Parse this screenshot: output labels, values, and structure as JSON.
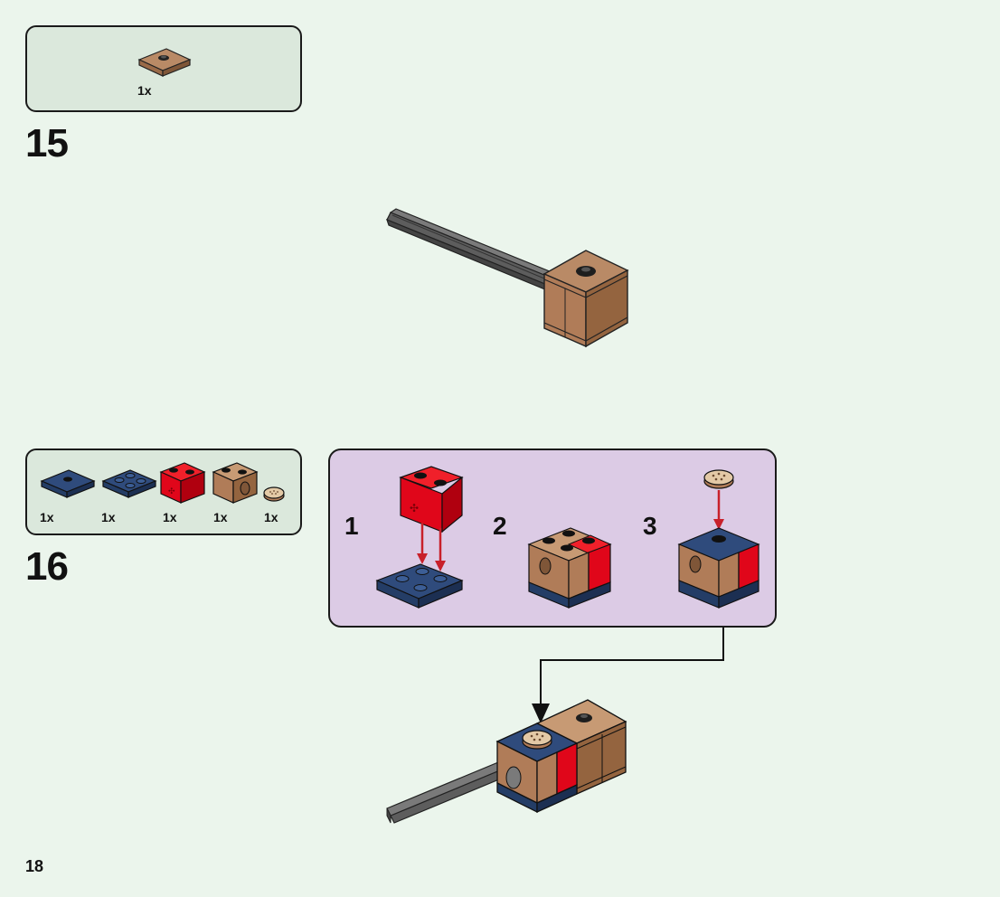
{
  "page": {
    "number": "18"
  },
  "colors": {
    "background": "#ebf5ec",
    "parts_box": "#dbe8dc",
    "substep_box": "#dccbe5",
    "tan": "#b07c58",
    "dark_blue": "#243d66",
    "red": "#e0061a",
    "dark_grey": "#5d5d5d",
    "arrow_red": "#c8202a"
  },
  "steps": [
    {
      "number": "15",
      "parts": [
        {
          "icon": "tan-plate-2x2-jumper-icon",
          "qty": "1x"
        }
      ]
    },
    {
      "number": "16",
      "parts": [
        {
          "icon": "dark-blue-plate-2x2-icon",
          "qty": "1x"
        },
        {
          "icon": "dark-blue-plate-2x2-modified-icon",
          "qty": "1x"
        },
        {
          "icon": "red-brick-1x2-icon",
          "qty": "1x"
        },
        {
          "icon": "tan-brick-1x2-technic-icon",
          "qty": "1x"
        },
        {
          "icon": "tan-round-tile-icon",
          "qty": "1x"
        }
      ],
      "substeps": [
        {
          "number": "1"
        },
        {
          "number": "2"
        },
        {
          "number": "3"
        }
      ]
    }
  ]
}
